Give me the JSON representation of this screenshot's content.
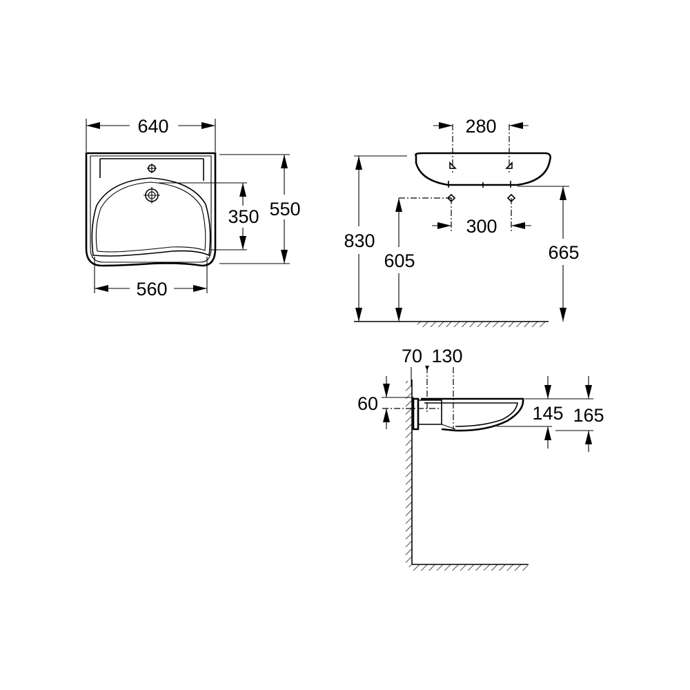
{
  "front_view": {
    "overall_width": "640",
    "bowl_width": "560",
    "tap_to_bowl": "350",
    "overall_depth": "550"
  },
  "side_view": {
    "tap_hole_spacing": "280",
    "fixing_spacing": "300",
    "rim_height": "830",
    "fixing_height": "605",
    "base_height": "665"
  },
  "section_view": {
    "wall_offset": "70",
    "waste_offset": "130",
    "bracket_height": "60",
    "bowl_depth": "145",
    "total_depth": "165"
  }
}
